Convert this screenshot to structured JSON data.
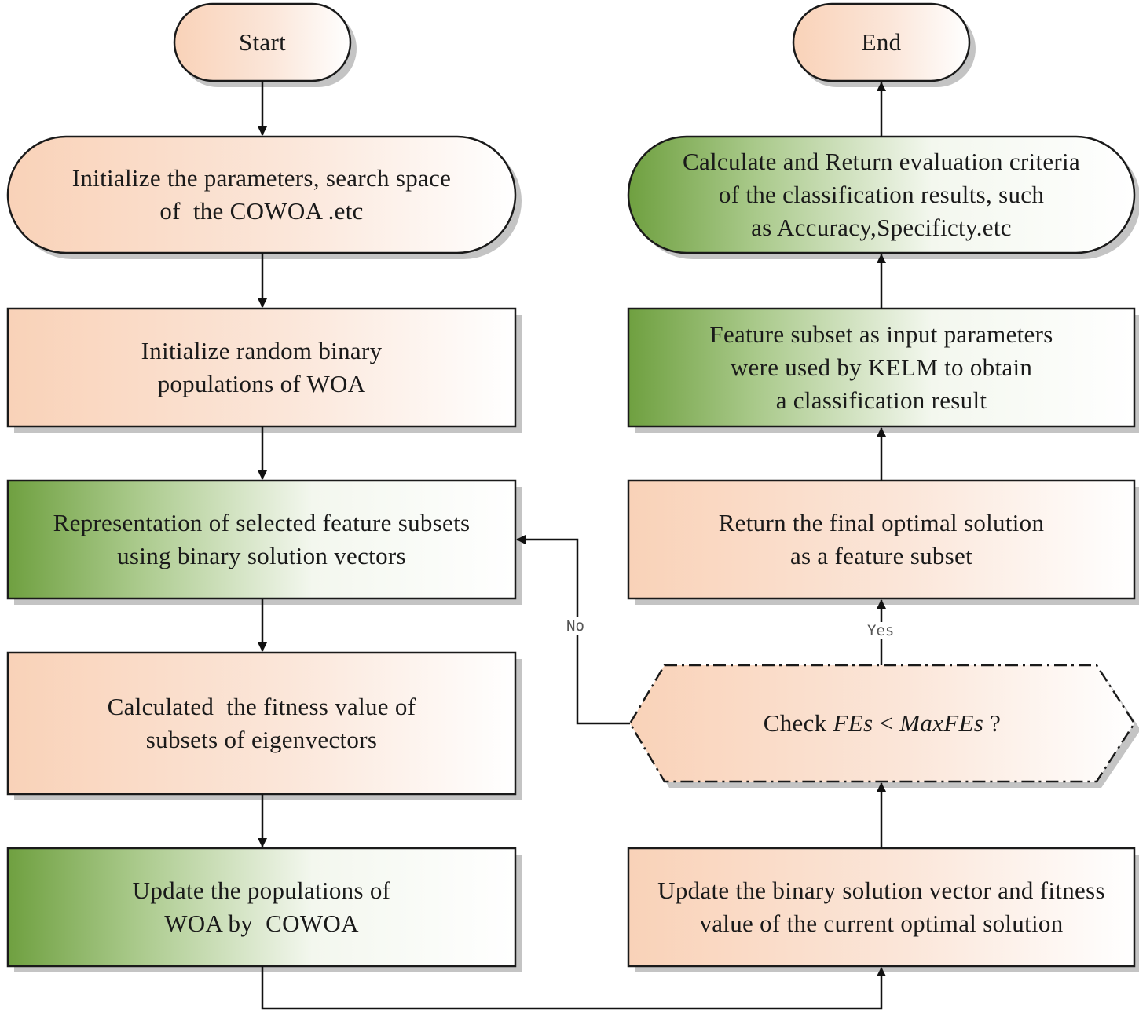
{
  "nodes": {
    "start": {
      "lines": [
        "Start"
      ],
      "shape": "terminal",
      "fill": "orange"
    },
    "init_params": {
      "lines": [
        "Initialize the parameters, search space",
        "of  the COWOA .etc"
      ],
      "shape": "terminal",
      "fill": "orange"
    },
    "init_pop": {
      "lines": [
        "Initialize random binary",
        "populations of WOA"
      ],
      "shape": "process",
      "fill": "orange"
    },
    "representation": {
      "lines": [
        "Representation of selected feature subsets",
        "using binary solution vectors"
      ],
      "shape": "process",
      "fill": "green"
    },
    "fitness": {
      "lines": [
        "Calculated  the fitness value of",
        "subsets of eigenvectors"
      ],
      "shape": "process",
      "fill": "orange"
    },
    "update_pop": {
      "lines": [
        "Update the populations of",
        "WOA by  COWOA"
      ],
      "shape": "process",
      "fill": "green"
    },
    "update_vector": {
      "lines": [
        "Update the binary solution vector and fitness",
        "value of the current optimal solution"
      ],
      "shape": "process",
      "fill": "orange"
    },
    "check": {
      "prefix": "Check ",
      "var1": "FEs",
      "op": " < ",
      "var2": "MaxFEs",
      "suffix": " ?",
      "shape": "decision",
      "fill": "orange"
    },
    "return_solution": {
      "lines": [
        "Return the final optimal solution",
        "as a feature subset"
      ],
      "shape": "process",
      "fill": "orange"
    },
    "kelm": {
      "lines": [
        "Feature subset as input parameters",
        "were used by KELM to obtain",
        "a classification result"
      ],
      "shape": "process",
      "fill": "green"
    },
    "evaluate": {
      "lines": [
        "Calculate and Return evaluation criteria",
        "of the classification results, such",
        "as Accuracy,Specificty.etc"
      ],
      "shape": "terminal",
      "fill": "green"
    },
    "end": {
      "lines": [
        "End"
      ],
      "shape": "terminal",
      "fill": "orange"
    }
  },
  "edges": {
    "no_label": "No",
    "yes_label": "Yes"
  },
  "colors": {
    "orange": "#f9d2b8",
    "green": "#6fa040",
    "stroke": "#1a1a1a",
    "shadow": "#c4c4c4",
    "arrow": "#111111"
  }
}
